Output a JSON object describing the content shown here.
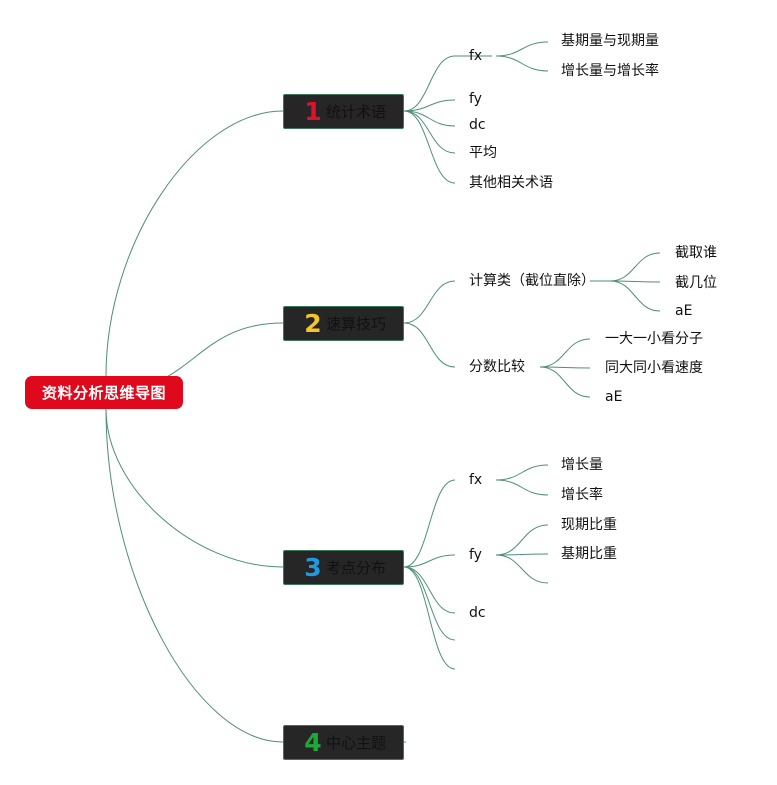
{
  "root": {
    "label": "资料分析思维导图",
    "color": "#e0081c"
  },
  "branches": [
    {
      "number": "1",
      "number_color": "#e0112b",
      "label": "统计术语",
      "children": [
        {
          "label": "fx",
          "children": [
            {
              "label": "基期量与现期量"
            },
            {
              "label": "增长量与增长率"
            }
          ]
        },
        {
          "label": "fy"
        },
        {
          "label": "dc"
        },
        {
          "label": "平均"
        },
        {
          "label": "其他相关术语"
        }
      ]
    },
    {
      "number": "2",
      "number_color": "#f2c62c",
      "label": "速算技巧",
      "children": [
        {
          "label": "计算类（截位直除）",
          "children": [
            {
              "label": "截取谁"
            },
            {
              "label": "截几位"
            },
            {
              "label": "aE"
            }
          ]
        },
        {
          "label": "分数比较",
          "children": [
            {
              "label": "一大一小看分子"
            },
            {
              "label": "同大同小看速度"
            },
            {
              "label": "aE"
            }
          ]
        }
      ]
    },
    {
      "number": "3",
      "number_color": "#1e9be0",
      "label": "考点分布",
      "children": [
        {
          "label": "fx",
          "children": [
            {
              "label": "增长量"
            },
            {
              "label": "增长率"
            }
          ]
        },
        {
          "label": "fy",
          "children": [
            {
              "label": "现期比重"
            },
            {
              "label": "基期比重"
            },
            {
              "label": ""
            }
          ]
        },
        {
          "label": "dc"
        },
        {
          "label": ""
        },
        {
          "label": ""
        }
      ]
    },
    {
      "number": "4",
      "number_color": "#1fa83a",
      "label": "中心主题",
      "children": []
    }
  ],
  "line_color": "#4f8f74"
}
